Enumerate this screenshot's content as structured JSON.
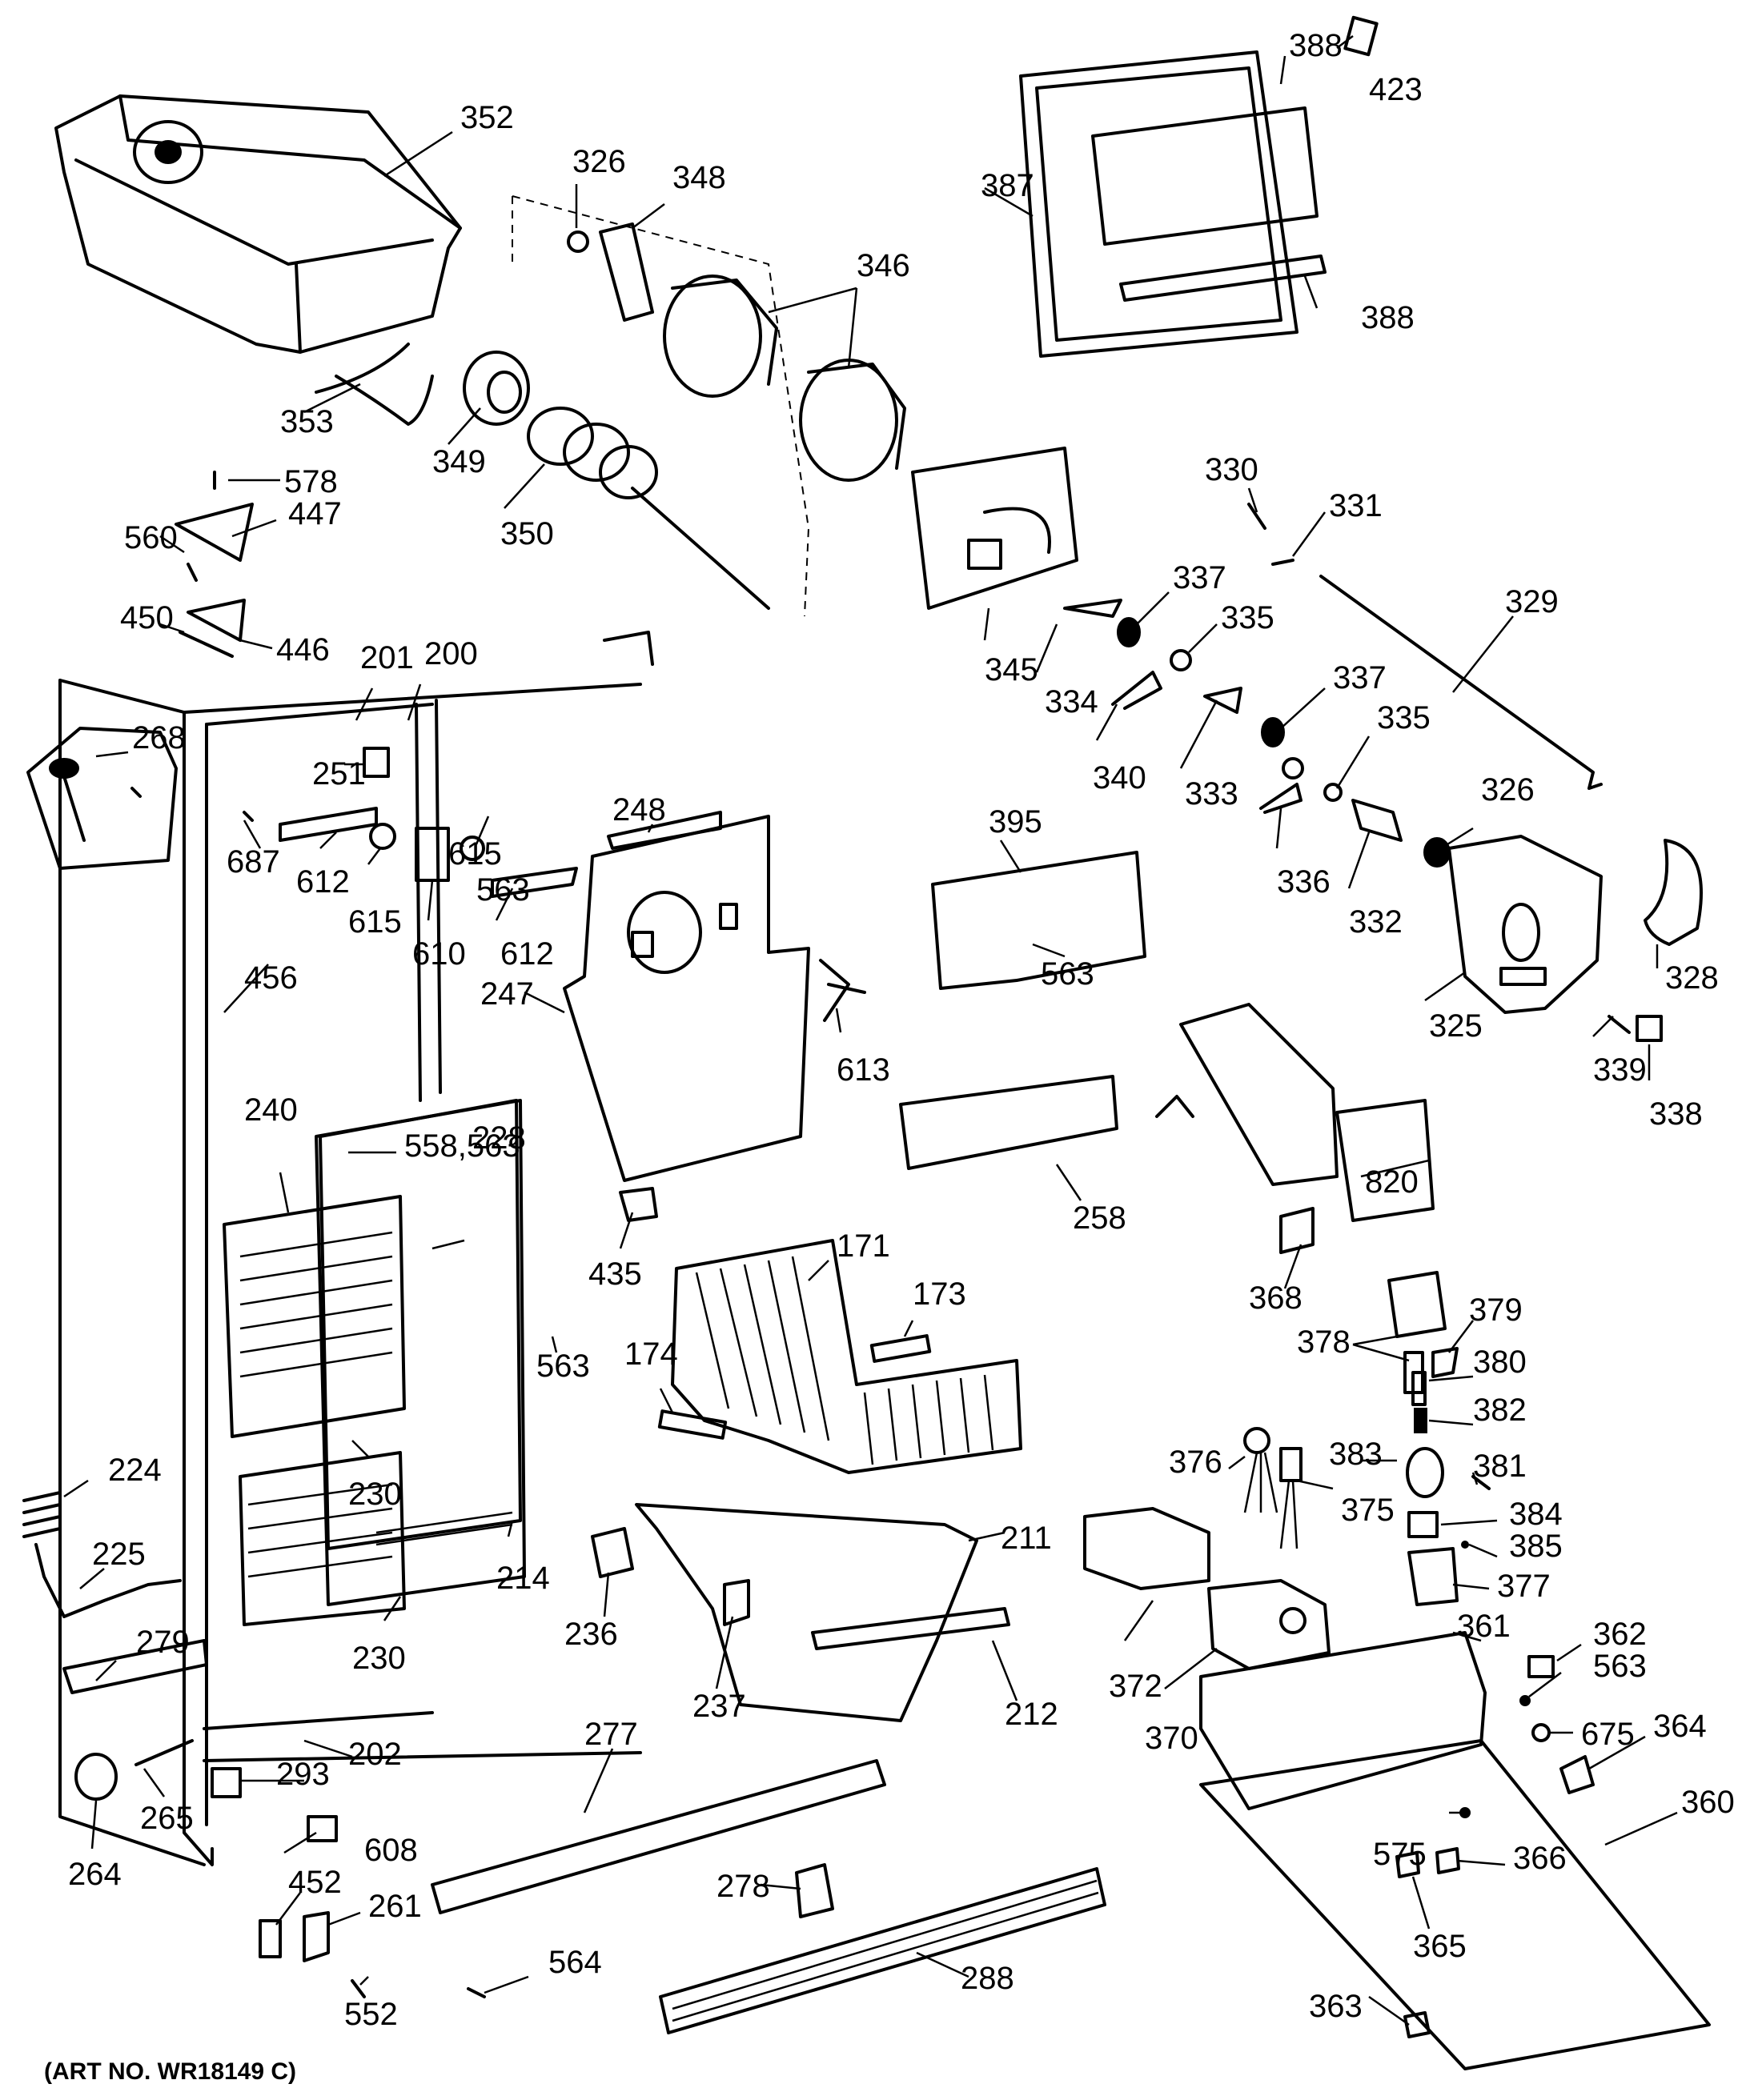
{
  "diagram": {
    "art_number": "(ART NO. WR18149 C)",
    "part_labels": [
      "352",
      "326",
      "348",
      "346",
      "387",
      "388",
      "423",
      "388",
      "353",
      "349",
      "350",
      "578",
      "447",
      "560",
      "450",
      "446",
      "330",
      "331",
      "337",
      "335",
      "329",
      "345",
      "334",
      "340",
      "333",
      "337",
      "335",
      "336",
      "332",
      "326",
      "325",
      "328",
      "339",
      "338",
      "201",
      "200",
      "268",
      "251",
      "687",
      "612",
      "615",
      "615",
      "610",
      "612",
      "563",
      "248",
      "247",
      "613",
      "395",
      "563",
      "456",
      "240",
      "558,563",
      "228",
      "563",
      "230",
      "214",
      "230",
      "202",
      "224",
      "225",
      "279",
      "435",
      "258",
      "820",
      "171",
      "173",
      "174",
      "368",
      "378",
      "379",
      "380",
      "382",
      "376",
      "383",
      "381",
      "375",
      "384",
      "385",
      "377",
      "211",
      "236",
      "237",
      "212",
      "372",
      "370",
      "361",
      "362",
      "563",
      "675",
      "364",
      "293",
      "265",
      "264",
      "608",
      "452",
      "261",
      "552",
      "277",
      "278",
      "564",
      "288",
      "575",
      "366",
      "365",
      "360",
      "363"
    ]
  }
}
